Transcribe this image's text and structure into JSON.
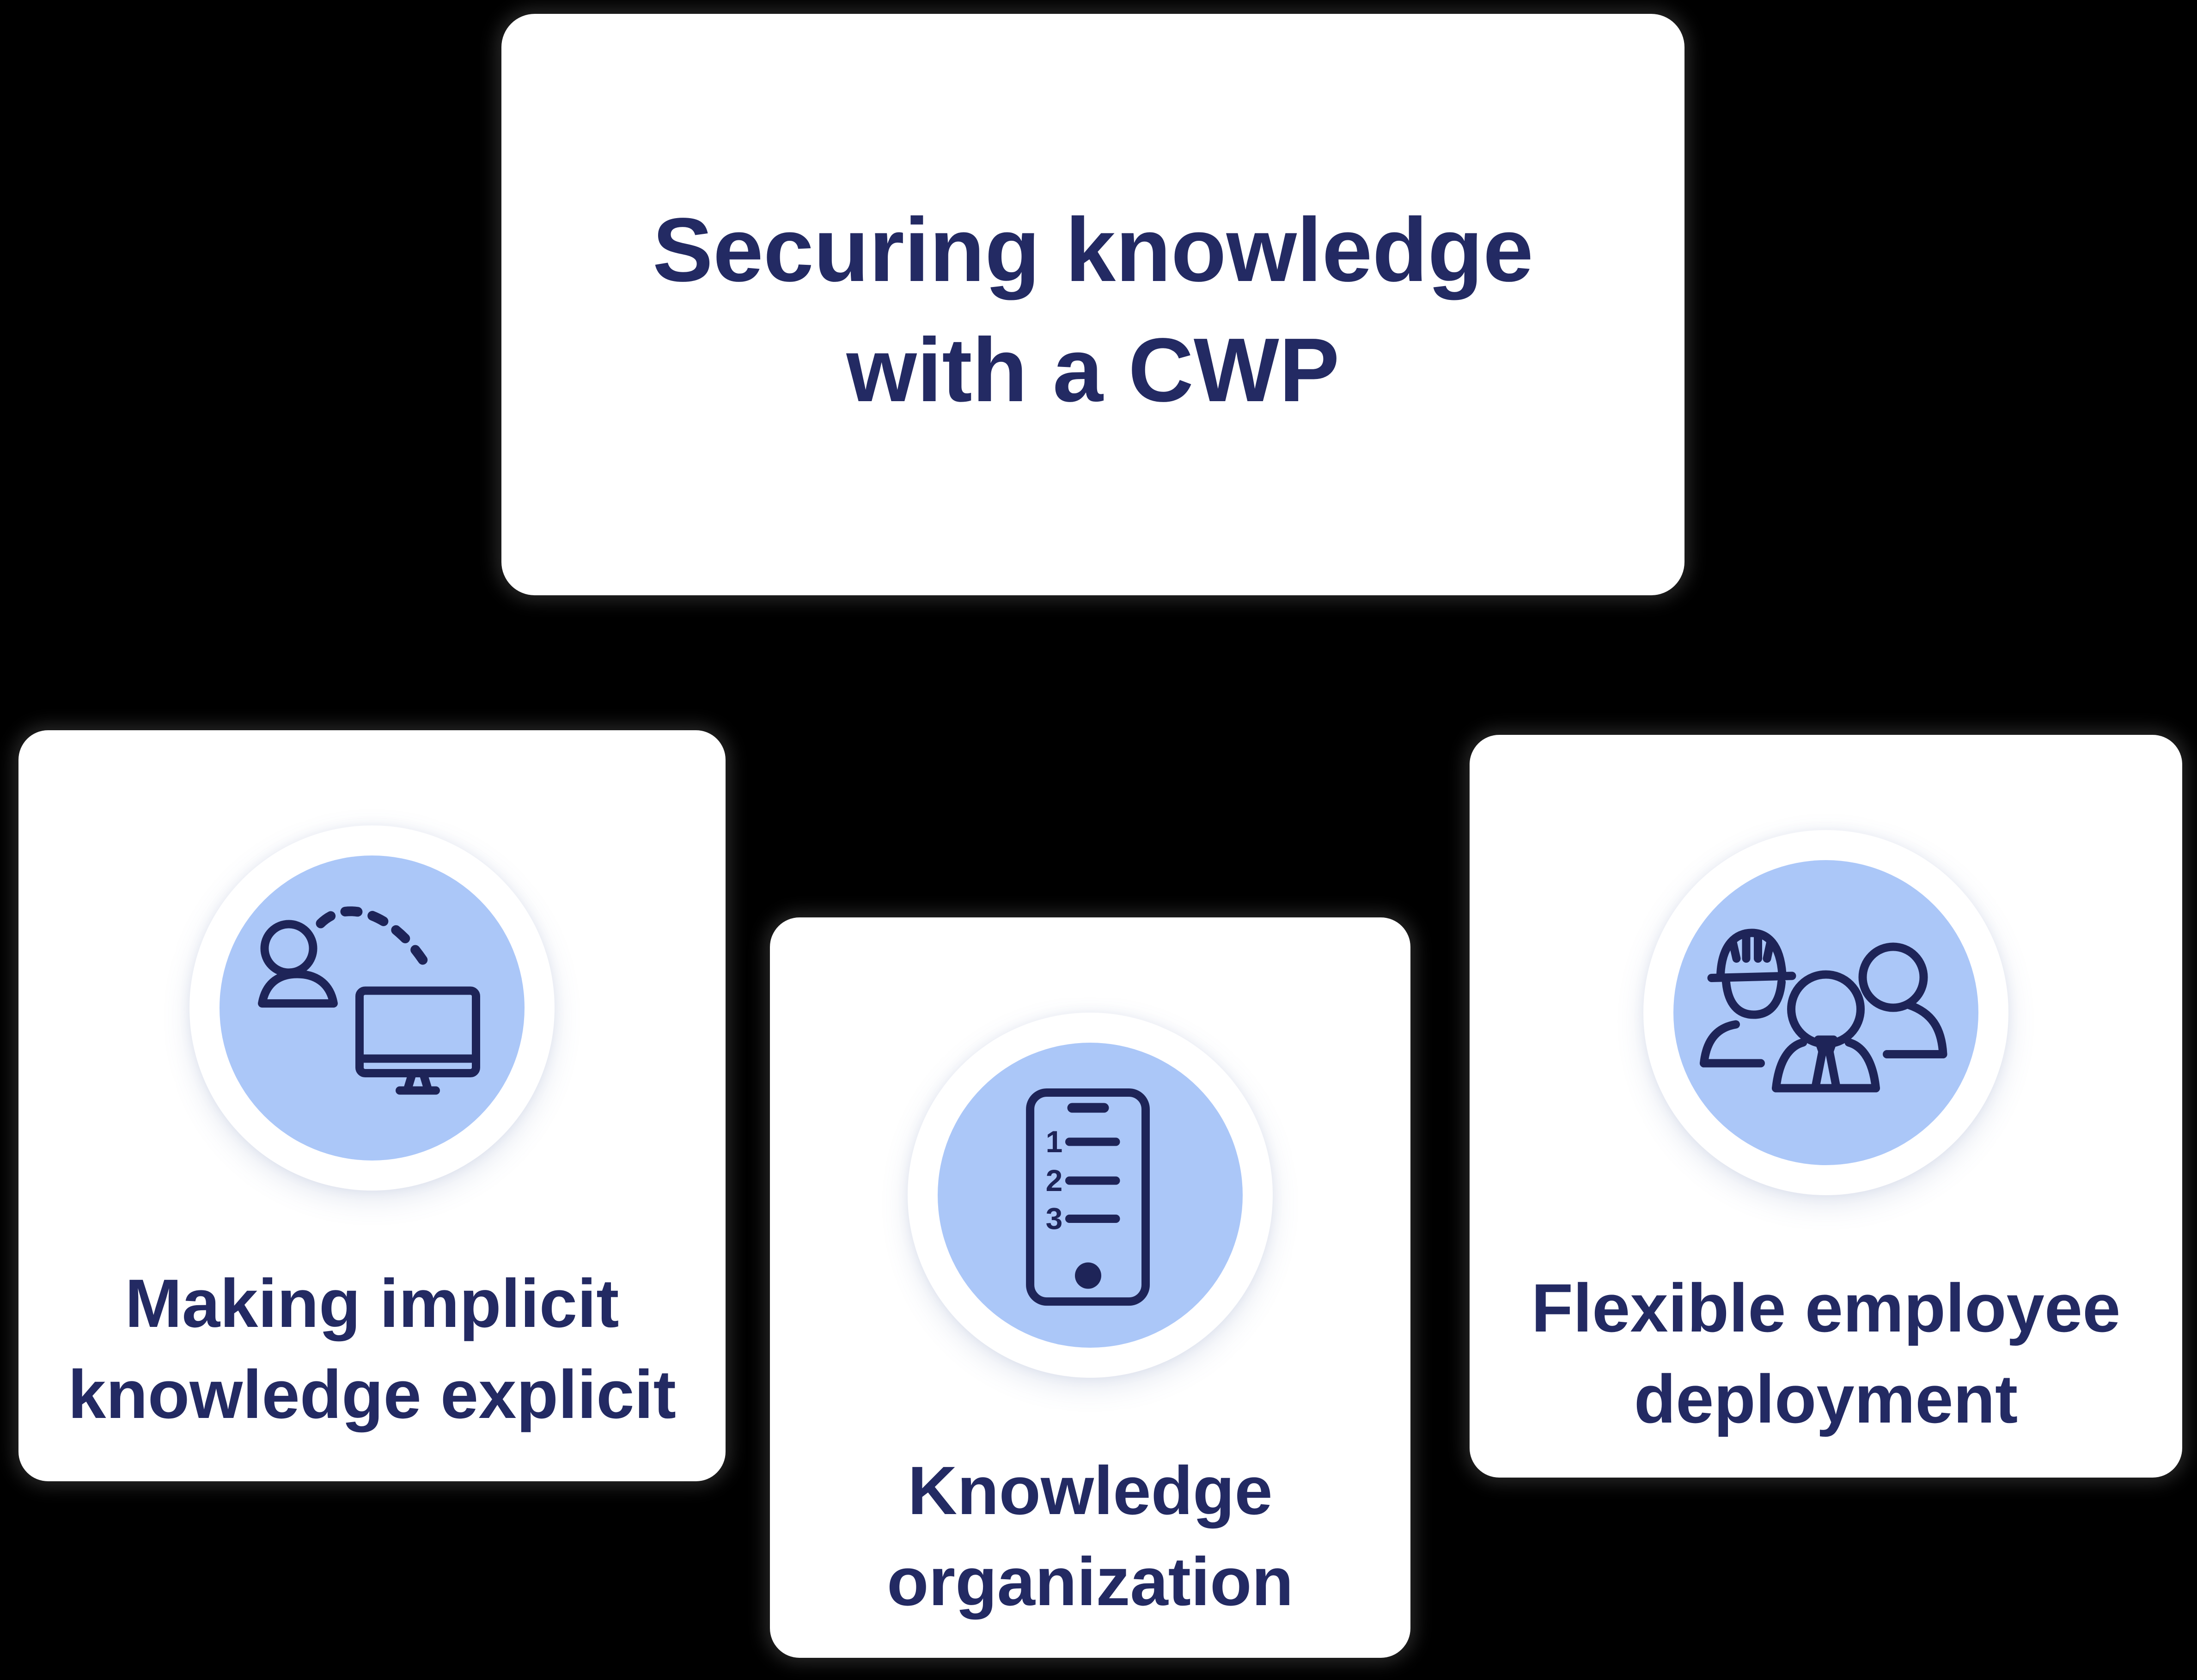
{
  "colors": {
    "background": "#000000",
    "card_background": "#ffffff",
    "accent_blue": "#abc7f8",
    "text_navy": "#232a63",
    "icon_navy": "#1e2458"
  },
  "title_card": {
    "line1": "Securing knowledge",
    "line2": "with a CWP"
  },
  "feature_cards": [
    {
      "icon": "person-to-monitor-icon",
      "title_line1": "Making implicit",
      "title_line2": "knowledge explicit"
    },
    {
      "icon": "phone-numbered-list-icon",
      "title_line1": "Knowledge",
      "title_line2": "organization",
      "list_numbers": [
        "1",
        "2",
        "3"
      ]
    },
    {
      "icon": "team-icon",
      "title_line1": "Flexible employee",
      "title_line2": "deployment"
    }
  ]
}
